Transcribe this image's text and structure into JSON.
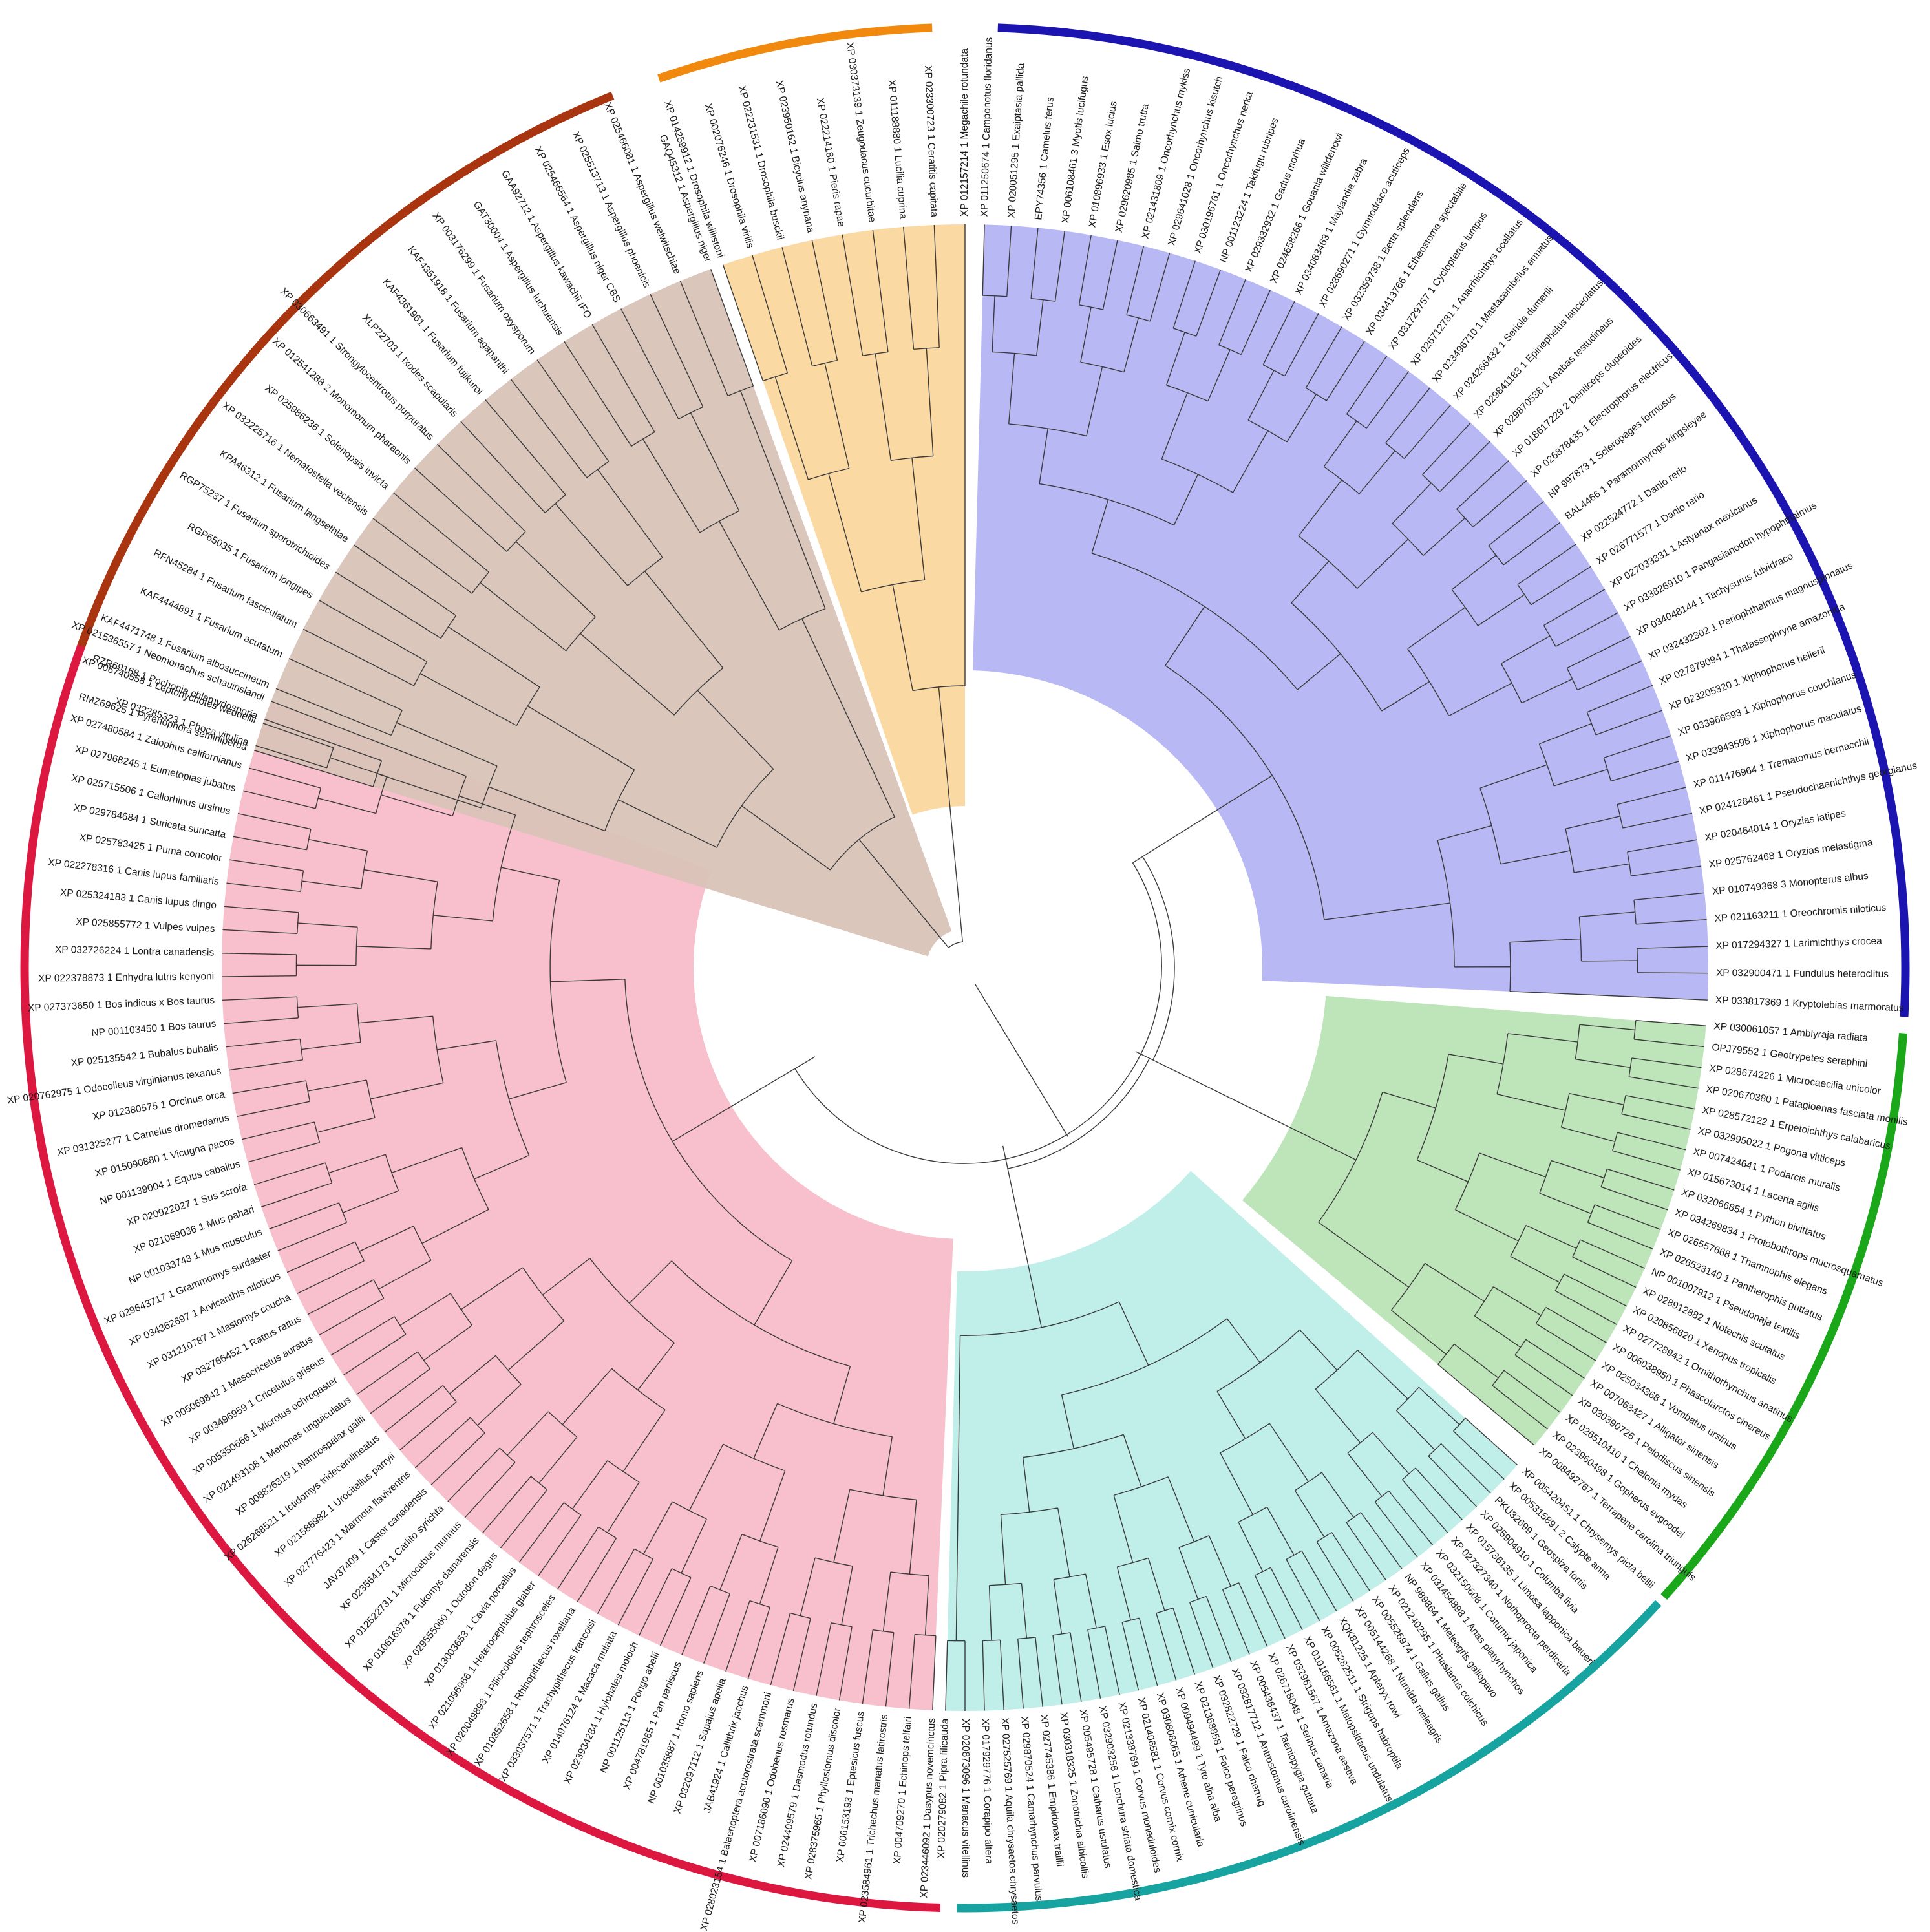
{
  "tree": {
    "colors": {
      "fungi": "#d9c3b8",
      "insects": "#fbd79e",
      "fish": "#b4b4f4",
      "amphibians_reptiles": "#b9e4b5",
      "birds": "#bdeee9",
      "mammals": "#f8bcc9",
      "branch": "#3a3a3a"
    },
    "groups": [
      {
        "id": "fish",
        "arc_color": "#1b14b0",
        "label_color": "#1b14b0",
        "labels": [
          "XP 011250674 1 Camponotus floridanus",
          "XP 020051295 1 Exaiptasia pallida",
          "EPY74356 1 Camelus ferus",
          "XP 006108461 3 Myotis lucifugus",
          "XP 010896933 1 Esox lucius",
          "XP 029620985 1 Salmo trutta",
          "XP 021431809 1 Oncorhynchus mykiss",
          "XP 029641028 1 Oncorhynchus kisutch",
          "XP 030196761 1 Oncorhynchus nerka",
          "NP 001123224 1 Takifugu rubripes",
          "XP 029332932 1 Gadus morhua",
          "XP 024658266 1 Gouania willdenowi",
          "XP 034083463 1 Maylandia zebra",
          "XP 028690271 1 Gymnodraco acuticeps",
          "XP 032359738 1 Betta splendens",
          "XP 034413766 1 Etheostoma spectabile",
          "XP 031729757 1 Cyclopterus lumpus",
          "XP 026712781 1 Anarrhichthys ocellatus",
          "XP 023496710 1 Mastacembelus armatus",
          "XP 024266432 1 Seriola dumerili",
          "XP 029841183 1 Epinephelus lanceolatus",
          "XP 029870538 1 Anabas testudineus",
          "XP 018617229 2 Denticeps clupeoides",
          "XP 026878435 1 Electrophorus electricus",
          "NP 997873 1 Scleropages formosus",
          "BAL4466 1 Paramormyrops kingsleyae",
          "XP 022524772 1 Danio rerio",
          "XP 026771577 1 Danio rerio",
          "XP 027033331 1 Astyanax mexicanus",
          "XP 033826910 1 Pangasianodon hypophthalmus",
          "XP 034048144 1 Tachysurus fulvidraco",
          "XP 032432302 1 Periophthalmus magnuspinnatus",
          "XP 027879094 1 Thalassophryne amazonica",
          "XP 023205320 1 Xiphophorus hellerii",
          "XP 033966593 1 Xiphophorus couchianus",
          "XP 033943598 1 Xiphophorus maculatus",
          "XP 011476964 1 Trematomus bernacchii",
          "XP 024128461 1 Pseudochaenichthys georgianus",
          "XP 020464014 1 Oryzias latipes",
          "XP 025762468 1 Oryzias melastigma",
          "XP 010749368 3 Monopterus albus",
          "XP 021163211 1 Oreochromis niloticus",
          "XP 017294327 1 Larimichthys crocea",
          "XP 032900471 1 Fundulus heteroclitus",
          "XP 033817369 1 Kryptolebias marmoratus"
        ]
      },
      {
        "id": "amphibians_reptiles",
        "arc_color": "#1aa81a",
        "label_color": "#1aa81a",
        "labels": [
          "XP 030061057 1 Amblyraja radiata",
          "OPJ79552 1 Geotrypetes seraphini",
          "XP 028674226 1 Microcaecilia unicolor",
          "XP 020670380 1 Patagioenas fasciata monilis",
          "XP 028572122 1 Erpetoichthys calabaricus",
          "XP 032995022 1 Pogona vitticeps",
          "XP 007424641 1 Podarcis muralis",
          "XP 015673014 1 Lacerta agilis",
          "XP 032066854 1 Python bivittatus",
          "XP 034269834 1 Protobothrops mucrosquamatus",
          "XP 026557668 1 Thamnophis elegans",
          "XP 026523140 1 Pantherophis guttatus",
          "NP 001007912 1 Pseudonaja textilis",
          "XP 028912882 1 Notechis scutatus",
          "XP 020856620 1 Xenopus tropicalis",
          "XP 027728942 1 Ornithorhynchus anatinus",
          "XP 006038950 1 Phascolarctos cinereus",
          "XP 025034368 1 Vombatus ursinus",
          "XP 007063427 1 Alligator sinensis",
          "XP 030390726 1 Pelodiscus sinensis",
          "XP 026510410 1 Chelonia mydas",
          "XP 023960498 1 Gopherus evgoodei",
          "XP 008492767 1 Terrapene carolina triunguis"
        ]
      },
      {
        "id": "birds",
        "arc_color": "#17a3a0",
        "label_color": "#17a3a0",
        "labels": [
          "XP 005420451 1 Chrysemys picta bellii",
          "XP 005315891 2 Calypte anna",
          "PKU32699 1 Geospiza fortis",
          "XP 025904910 1 Columba livia",
          "XP 015736135 1 Limosa lapponica baueri",
          "XP 027327340 1 Nothoprocta perdicaria",
          "XP 032150608 1 Coturnix japonica",
          "XP 031454898 1 Anas platyrhynchos",
          "NP 989864 1 Meleagris gallopavo",
          "XP 021240295 1 Phasianus colchicus",
          "XP 005526974 1 Gallus gallus",
          "XP 005144268 1 Numida meleagris",
          "XQK81225 1 Apteryx rowi",
          "XP 005282511 1 Strigops habroptila",
          "XP 010166561 1 Melopsittacus undulatus",
          "XP 032961567 1 Amazona aestiva",
          "XP 026718048 1 Serinus canaria",
          "XP 005436437 1 Taeniopygia guttata",
          "XP 032817712 1 Antrostomus carolinensis",
          "XP 032822729 1 Falco cherrug",
          "XP 021368858 1 Falco peregrinus",
          "XP 009494499 1 Tyto alba alba",
          "XP 030808065 1 Athene cunicularia",
          "XP 021406581 1 Corvus cornix cornix",
          "XP 021338769 1 Corvus moneduloides",
          "XP 032903256 1 Lonchura striata domestica",
          "XP 005495728 1 Catharus ustulatus",
          "XP 030318325 1 Zonotrichia albicollis",
          "XP 027745386 1 Empidonax traillii",
          "XP 029870524 1 Camarhynchus parvulus",
          "XP 027525769 1 Aquila chrysaetos chrysaetos",
          "XP 017929776 1 Corapipo altera",
          "XP 020873096 1 Manacus vitellinus",
          "XP 020279082 1 Pipra filicauda"
        ]
      },
      {
        "id": "mammals",
        "arc_color": "#dc1740",
        "label_color": "#dc1740",
        "labels": [
          "XP 023446092 1 Dasypus novemcinctus",
          "XP 004709270 1 Echinops telfairi",
          "XP 023584961 1 Trichechus manatus latirostris",
          "XP 006153193 1 Eptesicus fuscus",
          "XP 028375965 1 Phyllostomus discolor",
          "XP 024409579 1 Desmodus rotundus",
          "XP 007186090 1 Odobenus rosmarus",
          "XP 028023154 1 Balaenoptera acutorostrata scammoni",
          "JAB41924 1 Callithrix jacchus",
          "XP 032097112 1 Sapajus apella",
          "NP 001035887 1 Homo sapiens",
          "XP 004781965 1 Pan paniscus",
          "NP 001125113 1 Pongo abelii",
          "XP 023934284 1 Hylobates moloch",
          "XP 014976124 2 Macaca mulatta",
          "XP 033037571 1 Trachypithecus francoisi",
          "XP 010352658 1 Rhinopithecus roxellana",
          "XP 020049893 1 Piliocolobus tephrosceles",
          "XP 021096966 1 Heterocephalus glaber",
          "XP 013003653 1 Cavia porcellus",
          "XP 029555060 1 Octodon degus",
          "XP 010616978 1 Fukomys damarensis",
          "XP 012522731 1 Microcebus murinus",
          "XP 023564173 1 Carlito syrichta",
          "JAV37409 1 Castor canadensis",
          "XP 027776423 1 Marmota flaviventris",
          "XP 021588982 1 Urocitellus parryii",
          "XP 026268521 1 Ictidomys tridecemlineatus",
          "XP 008826319 1 Nannospalax galili",
          "XP 021493108 1 Meriones unguiculatus",
          "XP 005350666 1 Microtus ochrogaster",
          "XP 003496959 1 Cricetulus griseus",
          "XP 005069842 1 Mesocricetus auratus",
          "XP 032766452 1 Rattus rattus",
          "XP 031210787 1 Mastomys coucha",
          "XP 034362697 1 Arvicanthis niloticus",
          "XP 029643717 1 Grammomys surdaster",
          "NP 001033743 1 Mus musculus",
          "XP 021069036 1 Mus pahari",
          "XP 020922027 1 Sus scrofa",
          "NP 001139004 1 Equus caballus",
          "XP 015090880 1 Vicugna pacos",
          "XP 031325277 1 Camelus dromedarius",
          "XP 012380575 1 Orcinus orca",
          "XP 020762975 1 Odocoileus virginianus texanus",
          "XP 025135542 1 Bubalus bubalis",
          "NP 001103450 1 Bos taurus",
          "XP 027373650 1 Bos indicus x Bos taurus",
          "XP 022378873 1 Enhydra lutris kenyoni",
          "XP 032726224 1 Lontra canadensis",
          "XP 025855772 1 Vulpes vulpes",
          "XP 025324183 1 Canis lupus dingo",
          "XP 022278316 1 Canis lupus familiaris",
          "XP 025783425 1 Puma concolor",
          "XP 029784684 1 Suricata suricatta",
          "XP 025715506 1 Callorhinus ursinus",
          "XP 027968245 1 Eumetopias jubatus",
          "XP 027480584 1 Zalophus californianus",
          "XP 032285323 1 Phoca vitulina",
          "XP 006740558 1 Leptonychotes weddellii",
          "XP 021536557 1 Neomonachus schauinslandi"
        ]
      },
      {
        "id": "fungi",
        "arc_color": "#a83510",
        "label_color": "#a83510",
        "labels": [
          "RMZ69625 1 Pyrenophora seminiperda",
          "RZR69168 1 Pochonia chlamydosporia",
          "KAF4471748 1 Fusarium albosuccineum",
          "KAF4444891 1 Fusarium acutatum",
          "RFN45284 1 Fusarium fasciculatum",
          "RGP65035 1 Fusarium longipes",
          "RGP75237 1 Fusarium sporotrichioides",
          "KPA46312 1 Fusarium langsethiae",
          "XP 032225716 1 Nematostella vectensis",
          "XP 025986236 1 Solenopsis invicta",
          "XP 012541288 2 Monomorium pharaonis",
          "XP 030663491 1 Strongylocentrotus purpuratus",
          "XLP22703 1 Ixodes scapularis",
          "KAF4361961 1 Fusarium fujikuroi",
          "KAF4351918 1 Fusarium agapanthi",
          "XP 003176299 1 Fusarium oxysporum",
          "GAT30004 1 Aspergillus luchuensis",
          "GAA92712 1 Aspergillus kawachii IFO",
          "XP 025466564 1 Aspergillus niger CBS",
          "XP 025513713 1 Aspergillus phoenicis",
          "XP 025466081 1 Aspergillus welwitschiae",
          "GAQ45312 1 Aspergillus niger"
        ]
      },
      {
        "id": "insects",
        "arc_color": "#f0890e",
        "label_color": "#f0890e",
        "labels": [
          "XP 014259912 1 Drosophila willistoni",
          "XP 002076246 1 Drosophila virilis",
          "XP 022231531 1 Drosophila busckii",
          "XP 023950162 1 Bicyclus anynana",
          "XP 022214180 1 Pieris rapae",
          "XP 030373139 1 Zeugodacus cucurbitae",
          "XP 011188880 1 Lucilia cuprina",
          "XP 023300723 1 Ceratitis capitata",
          "XP 012157214 1 Megachile rotundata"
        ]
      }
    ]
  }
}
